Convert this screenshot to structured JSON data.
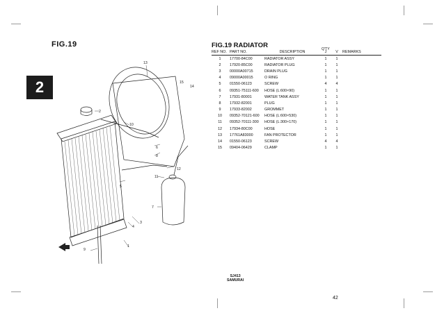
{
  "page": {
    "fig_left": "FIG.19",
    "fig_right": "FIG.19  RADIATOR",
    "chapter": "2",
    "model_line1": "SJ413",
    "model_line2": "SAMURAI",
    "page_number": "42"
  },
  "table": {
    "headers": {
      "ref": "REF NO.",
      "part": "PART NO.",
      "desc": "DESCRIPTION",
      "qty": "Q'TY",
      "q1": "J",
      "q2": "V",
      "remarks": "REMARKS"
    },
    "rows": [
      {
        "ref": "1",
        "part": "17700-84C00",
        "desc": "RADIATOR ASSY",
        "j": "1",
        "v": "1"
      },
      {
        "ref": "2",
        "part": "17920-85C00",
        "desc": "RADIATOR PLUG",
        "j": "1",
        "v": "1"
      },
      {
        "ref": "3",
        "part": "00000A00715",
        "desc": "DRAIN PLUG",
        "j": "1",
        "v": "1"
      },
      {
        "ref": "4",
        "part": "09000A00015",
        "desc": "O RING",
        "j": "1",
        "v": "1"
      },
      {
        "ref": "5",
        "part": "01550-06123",
        "desc": "SCREW",
        "j": "4",
        "v": "4"
      },
      {
        "ref": "6",
        "part": "09351-75111-600",
        "desc": "HOSE (L:600×90)",
        "j": "1",
        "v": "1"
      },
      {
        "ref": "7",
        "part": "17931-80001",
        "desc": "WATER TANK ASSY",
        "j": "1",
        "v": "1"
      },
      {
        "ref": "8",
        "part": "17932-82001",
        "desc": "PLUG",
        "j": "1",
        "v": "1"
      },
      {
        "ref": "9",
        "part": "17933-82002",
        "desc": "GROMMET",
        "j": "1",
        "v": "1"
      },
      {
        "ref": "10",
        "part": "09352-70121-600",
        "desc": "HOSE (L:600×530)",
        "j": "1",
        "v": "1"
      },
      {
        "ref": "11",
        "part": "09352-70111-300",
        "desc": "HOSE (L:300×170)",
        "j": "1",
        "v": "1"
      },
      {
        "ref": "12",
        "part": "17934-80C00",
        "desc": "HOSE",
        "j": "1",
        "v": "1"
      },
      {
        "ref": "13",
        "part": "17761A83000",
        "desc": "FAN PROTECTOR",
        "j": "1",
        "v": "1"
      },
      {
        "ref": "14",
        "part": "01550-06123",
        "desc": "SCREW",
        "j": "4",
        "v": "4"
      },
      {
        "ref": "15",
        "part": "09404-06429",
        "desc": "CLAMP",
        "j": "1",
        "v": "1"
      }
    ]
  },
  "callouts": [
    "1",
    "2",
    "3",
    "4",
    "5",
    "6",
    "7",
    "8",
    "9",
    "10",
    "11",
    "12",
    "13",
    "14",
    "15"
  ]
}
